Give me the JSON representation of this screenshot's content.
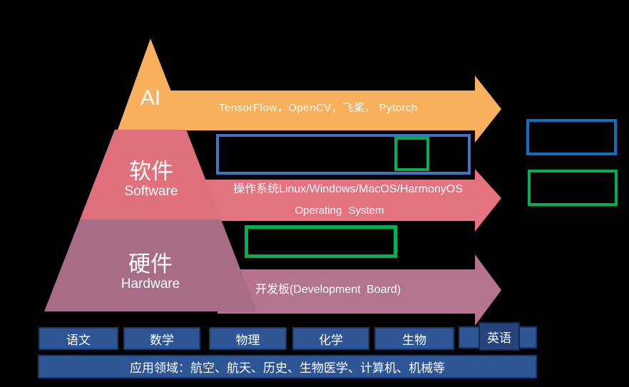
{
  "colors": {
    "background": "#000000",
    "pyramid_orange": "#F9B05C",
    "pyramid_pink": "#E0707C",
    "pyramid_mauve": "#A86C86",
    "arrow_orange": "#F9B05C",
    "arrow_pink": "#E4737F",
    "arrow_mauve": "#B4748D",
    "annotation_blue": "#4472C4",
    "annotation_blue_right": "#0E6FC1",
    "annotation_green": "#00B050",
    "subject_fill": "#2E5697",
    "subject_border": "#1F3864",
    "subject_english_fill": "#26437E",
    "subject_english_border": "#17294F",
    "text": "#FFFFFF"
  },
  "pyramid": {
    "ai_label": "AI",
    "software_label": "软件",
    "software_sublabel": "Software",
    "hardware_label": "硬件",
    "hardware_sublabel": "Hardware"
  },
  "arrows": {
    "ai_text": "TensorFlow，OpenCV，飞桨， Pytorch",
    "software_line1": "操作系统Linux/Windows/MacOS/HarmonyOS",
    "software_line2": "Operating System",
    "hardware_text": "开发板(Development Board)"
  },
  "subjects": [
    "语文",
    "数学",
    "物理",
    "化学",
    "生物",
    "英语"
  ],
  "application_bar": "应用领域：航空、航天、历史、生物医学、计算机、机械等"
}
